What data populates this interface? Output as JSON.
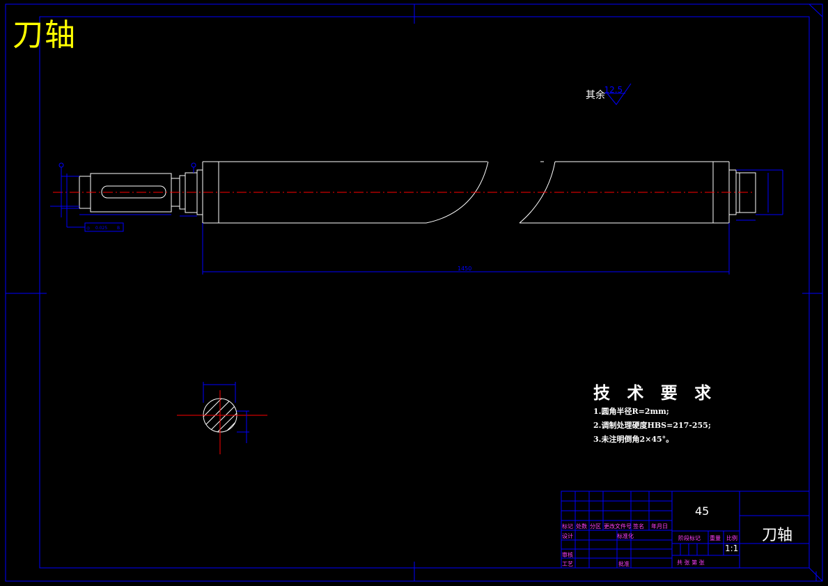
{
  "drawing": {
    "title": "刀轴",
    "roughness": {
      "label": "其余",
      "value": "12.5"
    },
    "dimensions": {
      "overall_length": "1450",
      "runout": "0.025"
    },
    "tech_requirements": {
      "heading": "技 术 要 求",
      "items": [
        "1.圆角半径R=2mm;",
        "2.调制处理硬度HBS=217-255;",
        "3.未注明倒角2×45°。"
      ]
    },
    "title_block": {
      "material": "45",
      "part_name": "刀轴",
      "scale": "1:1",
      "labels": {
        "mark": "标记",
        "count": "处数",
        "zone": "分区",
        "change_doc": "更改文件号",
        "sign": "签名",
        "date": "年月日",
        "design": "设计",
        "standardize": "标准化",
        "review": "审核",
        "process": "工艺",
        "approve": "批准",
        "stage_mark": "阶段标记",
        "weight": "重量",
        "ratio": "比例",
        "sheets": "共  张 第  张"
      }
    },
    "colors": {
      "background": "#000000",
      "frame": "#0000ff",
      "outline": "#ffffff",
      "centerline": "#ff0000",
      "title": "#ffff00",
      "tb_text": "#ff40ff"
    }
  }
}
